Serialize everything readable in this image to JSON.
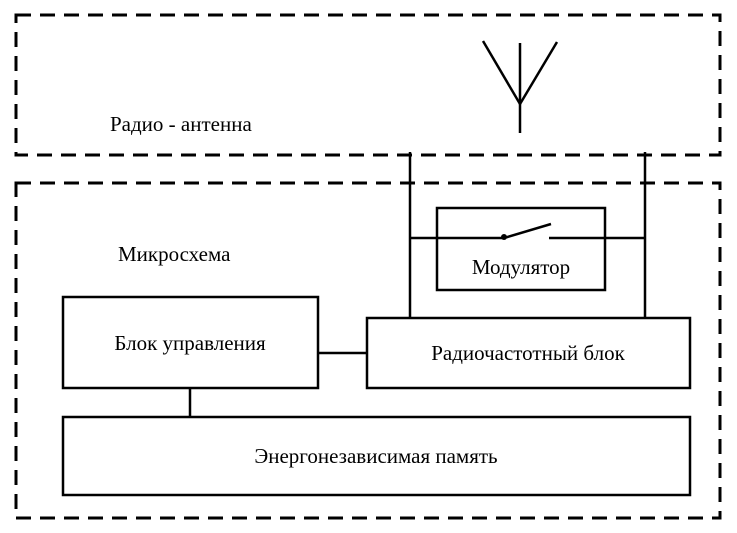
{
  "colors": {
    "line": "#000000",
    "background": "#ffffff"
  },
  "sections": {
    "antenna": {
      "label": "Радио - антенна"
    },
    "chip": {
      "label": "Микросхема"
    }
  },
  "blocks": {
    "modulator": {
      "label": "Модулятор"
    },
    "control_unit": {
      "label": "Блок управления"
    },
    "rf_block": {
      "label": "Радиочастотный блок"
    },
    "memory": {
      "label": "Энергонезависимая память"
    }
  },
  "icons": {
    "antenna": "antenna-icon",
    "switch": "switch-icon"
  }
}
